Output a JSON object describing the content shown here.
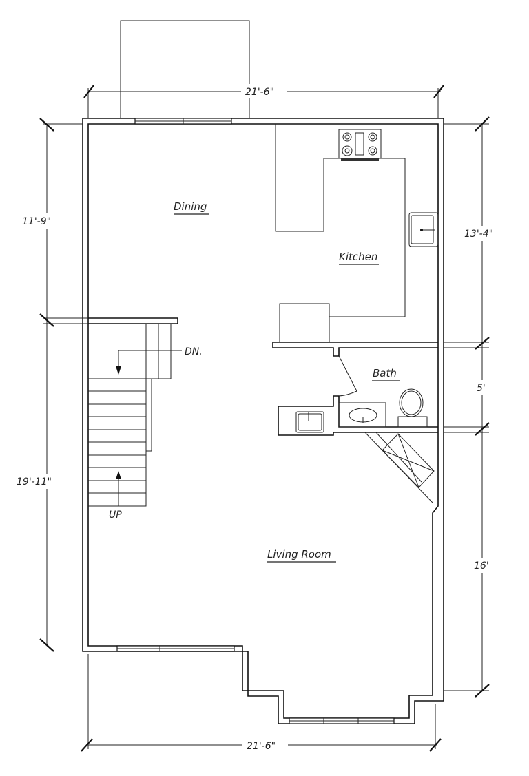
{
  "rooms": {
    "dining": "Dining",
    "kitchen": "Kitchen",
    "bath": "Bath",
    "living": "Living Room"
  },
  "stairs": {
    "down": "DN.",
    "up": "UP"
  },
  "dimensions": {
    "top_width": "21'-6\"",
    "bottom_width": "21'-6\"",
    "left_upper": "11'-9\"",
    "left_lower": "19'-11\"",
    "right_upper": "13'-4\"",
    "right_middle": "5'",
    "right_lower": "16'"
  }
}
